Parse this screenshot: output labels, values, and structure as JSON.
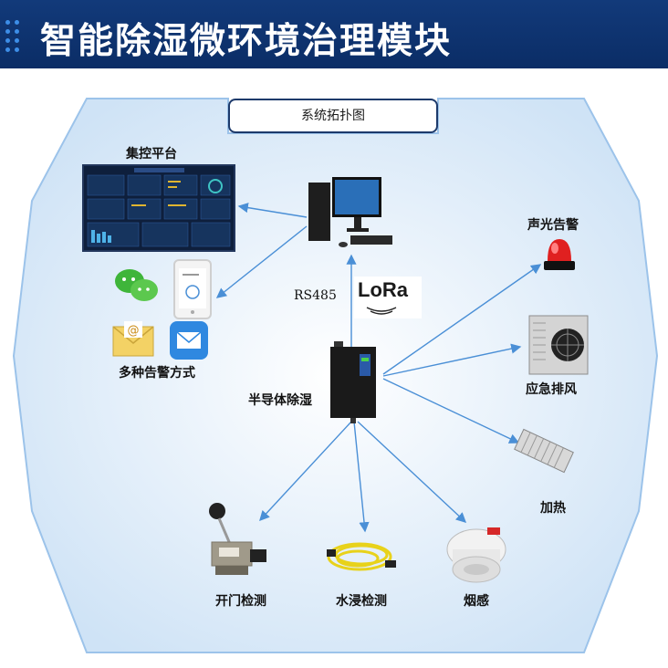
{
  "header": {
    "title": "智能除湿微环境治理模块"
  },
  "diagram": {
    "topology_label": "系统拓扑图",
    "nodes": {
      "platform": "集控平台",
      "alerts": "多种告警方式",
      "dehumidifier": "半导体除湿",
      "rs485": "RS485",
      "lora": "LoRa",
      "alarm_light": "声光告警",
      "fan": "应急排风",
      "heater": "加热",
      "door": "开门检测",
      "water": "水浸检测",
      "smoke": "烟感"
    },
    "colors": {
      "header_bg": "#0b2d66",
      "panel_bg": "#e4f0fb",
      "arrow": "#4a8fd6"
    }
  }
}
